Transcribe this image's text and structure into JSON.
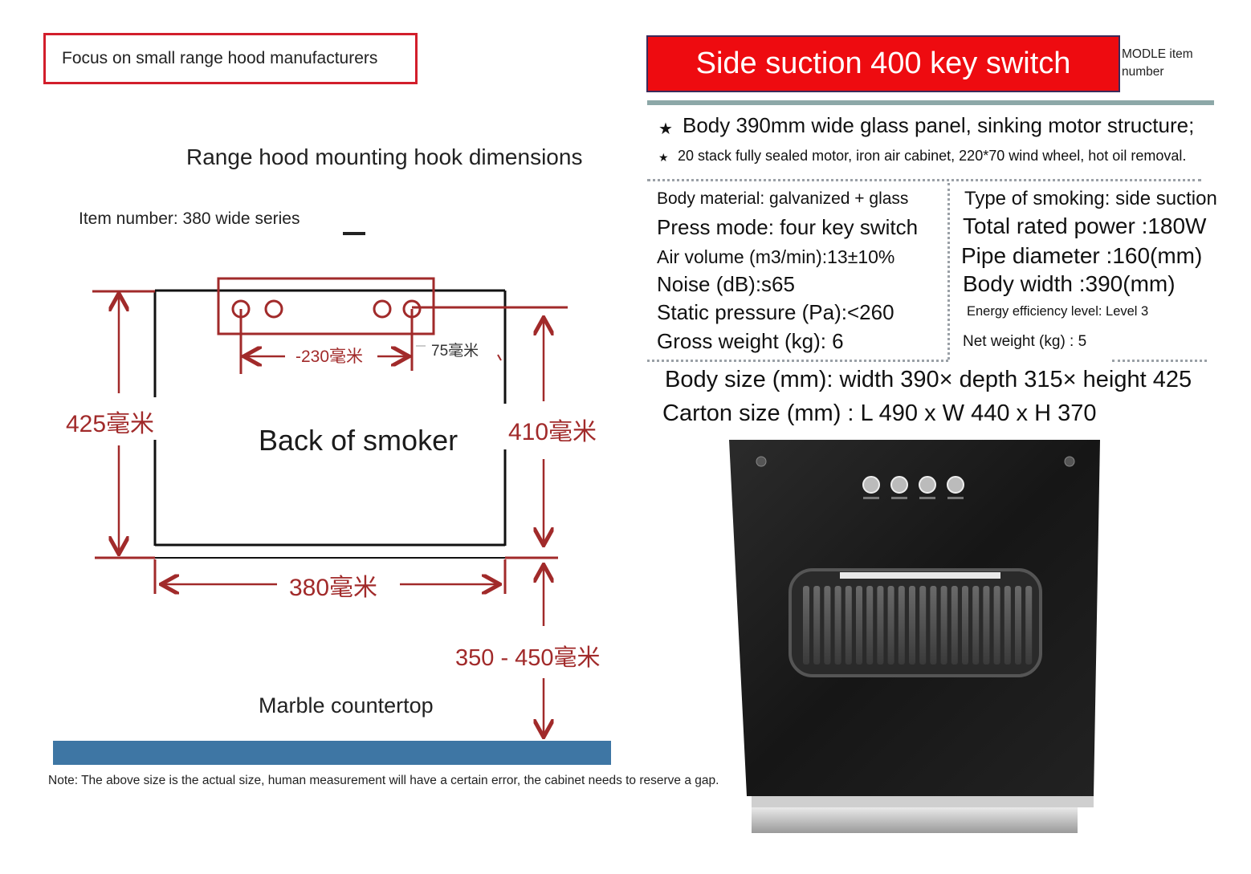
{
  "left_panel": {
    "banner": "Focus on small range hood manufacturers",
    "title": "Range hood mounting hook dimensions",
    "item_number": "Item number: 380 wide series",
    "back_label": "Back of smoker",
    "dim_height_left": "425毫米",
    "dim_height_right": "410毫米",
    "dim_width": "380毫米",
    "dim_hook_spacing": "-230毫米",
    "dim_hook_offset": "75毫米",
    "dim_clearance": "350 - 450毫米",
    "countertop_label": "Marble countertop",
    "note": "Note: The above size is the actual size, human measurement will have a certain error, the cabinet needs to reserve a gap."
  },
  "right_panel": {
    "banner_title": "Side suction 400 key switch",
    "modle_label": "MODLE item number",
    "features": [
      "Body 390mm wide glass panel, sinking motor structure;",
      "20 stack fully sealed motor, iron air cabinet, 220*70 wind wheel, hot oil removal."
    ],
    "specs_left": [
      "Body material: galvanized + glass",
      "Press mode: four key switch",
      "Air volume (m3/min):13±10%",
      "Noise (dB):s65",
      "Static pressure (Pa):<260",
      "Gross weight (kg): 6"
    ],
    "specs_right": [
      "Type of smoking: side suction",
      "Total rated power :180W",
      "Pipe diameter :160(mm)",
      "Body width :390(mm)",
      "Energy efficiency level: Level 3",
      "Net weight (kg) : 5"
    ],
    "body_size": "Body size (mm): width 390× depth 315× height 425",
    "carton_size": "Carton size (mm) : L 490 x W 440 x H 370"
  },
  "colors": {
    "accent_red": "#ee0b10",
    "dimension_red": "#a12a2a",
    "countertop_blue": "#3e76a4",
    "hood_black": "#1a1a1a"
  },
  "icons": {
    "feature_bullet": "star-bullet-icon",
    "control_knob": "knob-icon",
    "screw": "screw-icon"
  }
}
